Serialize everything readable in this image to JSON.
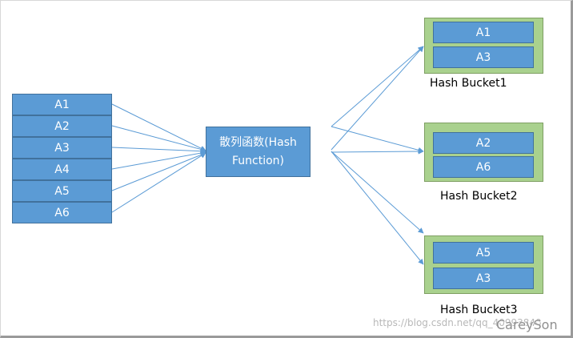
{
  "source_items": [
    "A1",
    "A2",
    "A3",
    "A4",
    "A5",
    "A6"
  ],
  "hash_function": {
    "line1": "散列函数(Hash",
    "line2": "Function)"
  },
  "buckets": [
    {
      "label": "Hash Bucket1",
      "items": [
        "A1",
        "A3"
      ]
    },
    {
      "label": "Hash Bucket2",
      "items": [
        "A2",
        "A6"
      ]
    },
    {
      "label": "Hash Bucket3",
      "items": [
        "A5",
        "A3"
      ]
    }
  ],
  "watermark": "https://blog.csdn.net/qq_40993840",
  "logo": "CareySon",
  "colors": {
    "cell": "#5b9bd5",
    "bucket": "#a9d18e",
    "arrow": "#5b9bd5"
  }
}
